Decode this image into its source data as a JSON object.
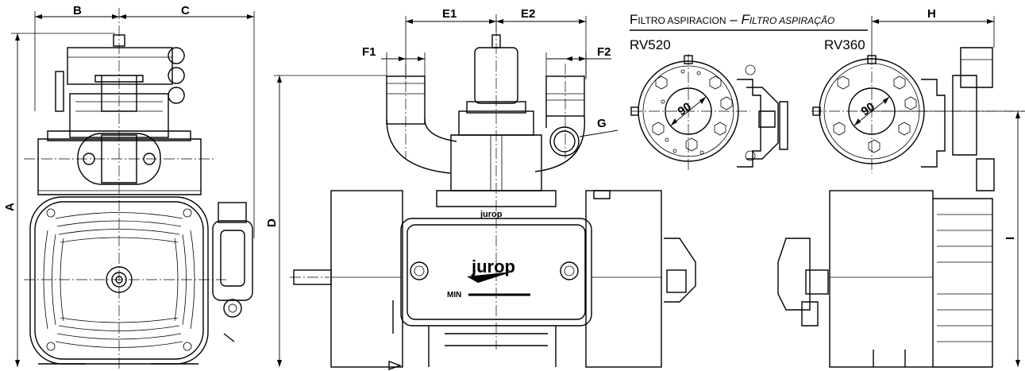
{
  "dimension_labels": {
    "a": "A",
    "b": "B",
    "c": "C",
    "d": "D",
    "e1": "E1",
    "e2": "E2",
    "f1": "F1",
    "f2": "F2",
    "g": "G",
    "h": "H",
    "i": "I"
  },
  "filter_caption": {
    "es_initial": "F",
    "es_rest": "ILTRO ASPIRACION",
    "separator": " – ",
    "pt_initial": "F",
    "pt_rest": "ILTRO ASPIRAÇÃO"
  },
  "models": {
    "left": "RV520",
    "right": "RV360"
  },
  "filter_diameter": {
    "left": "90",
    "right": "90"
  },
  "brand": {
    "small": "jurop",
    "large": "jurop"
  },
  "oil_level_label": "MIN"
}
